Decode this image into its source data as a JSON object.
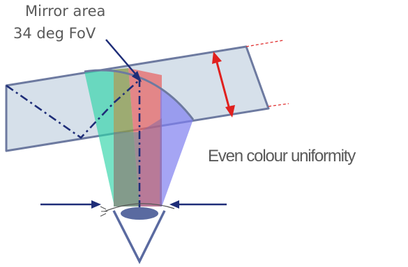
{
  "labels": {
    "mirror_area_line1": "Mirror area",
    "mirror_area_line2": "34 deg FoV",
    "uniformity": "Even colour uniformity"
  },
  "colors": {
    "waveguide_fill": "#d5dfe9",
    "waveguide_edge": "#6d7aa0",
    "ray_dark": "#1e2d78",
    "arrow_red": "#e0201e",
    "beam_green": "#2ed4a7",
    "beam_olive": "#8a9a4a",
    "beam_red": "#e8605e",
    "beam_blue": "#7f7fef",
    "eye_fill": "#5a6aa0",
    "label_gray": "#5a5a5a"
  },
  "icons": {
    "eye": "eye-icon"
  }
}
